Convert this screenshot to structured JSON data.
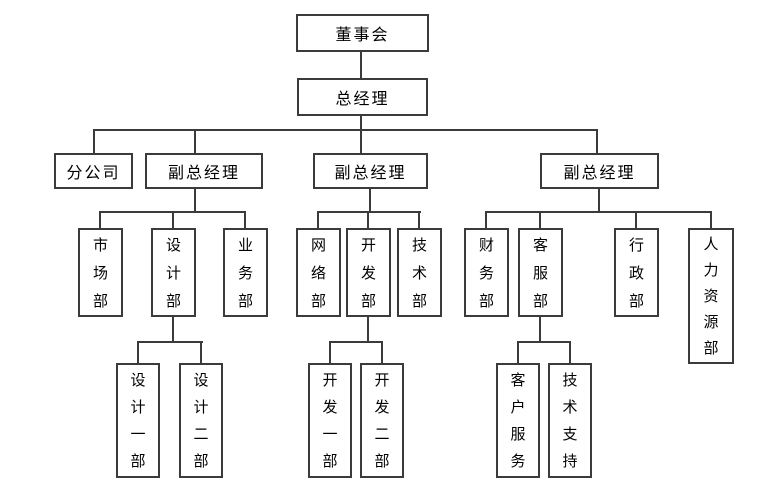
{
  "colors": {
    "background": "#ffffff",
    "box_border": "#3b3b3b",
    "connector_line": "#3b3b3b",
    "text": "#000000"
  },
  "tree": {
    "label": "董事会",
    "children": [
      {
        "label": "总经理",
        "children": [
          {
            "label": "分公司",
            "children": []
          },
          {
            "label": "副总经理",
            "children": [
              {
                "label": "市场部",
                "children": []
              },
              {
                "label": "设计部",
                "children": [
                  {
                    "label": "设计一部",
                    "children": []
                  },
                  {
                    "label": "设计二部",
                    "children": []
                  }
                ]
              },
              {
                "label": "业务部",
                "children": []
              }
            ]
          },
          {
            "label": "副总经理",
            "children": [
              {
                "label": "网络部",
                "children": []
              },
              {
                "label": "开发部",
                "children": [
                  {
                    "label": "开发一部",
                    "children": []
                  },
                  {
                    "label": "开发二部",
                    "children": []
                  }
                ]
              },
              {
                "label": "技术部",
                "children": []
              }
            ]
          },
          {
            "label": "副总经理",
            "children": [
              {
                "label": "财务部",
                "children": []
              },
              {
                "label": "客服部",
                "children": [
                  {
                    "label": "客户服务",
                    "children": []
                  },
                  {
                    "label": "技术支持",
                    "children": []
                  }
                ]
              },
              {
                "label": "行政部",
                "children": []
              },
              {
                "label": "人力资源部",
                "children": []
              }
            ]
          }
        ]
      }
    ]
  }
}
